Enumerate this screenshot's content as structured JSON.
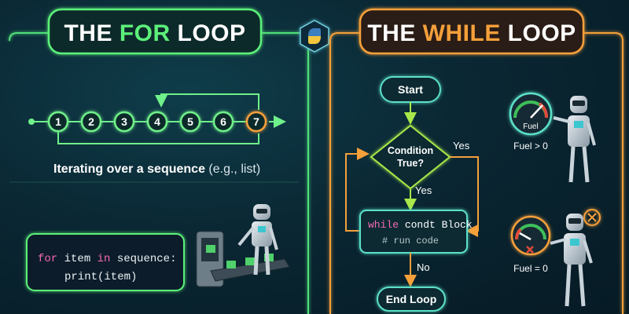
{
  "for_panel": {
    "title_prefix": "THE ",
    "title_accent": "FOR",
    "title_suffix": " LOOP",
    "sequence": [
      "1",
      "2",
      "3",
      "4",
      "5",
      "6",
      "7"
    ],
    "caption_bold": "Iterating over a sequence",
    "caption_rest": " (e.g., list)",
    "code_line1_kw": "for",
    "code_line1_rest": " item ",
    "code_line1_kw2": "in",
    "code_line1_end": " sequence:",
    "code_line2": "print(item)"
  },
  "while_panel": {
    "title_prefix": "THE ",
    "title_accent": "WHILE",
    "title_suffix": " LOOP",
    "start_label": "Start",
    "condition_line1": "Condition",
    "condition_line2": "True?",
    "yes_right": "Yes",
    "yes_down": "Yes",
    "block_kw": "while",
    "block_rest": " condt Block",
    "block_comment": "# run code",
    "no_label": "No",
    "end_label": "End Loop",
    "gauge_label": "Fuel",
    "fuel_positive": "Fuel > 0",
    "fuel_zero": "Fuel = 0"
  },
  "colors": {
    "green": "#5cf07a",
    "orange": "#f5a03a",
    "cyan": "#6fe3d0",
    "keyword": "#f26ab5"
  }
}
